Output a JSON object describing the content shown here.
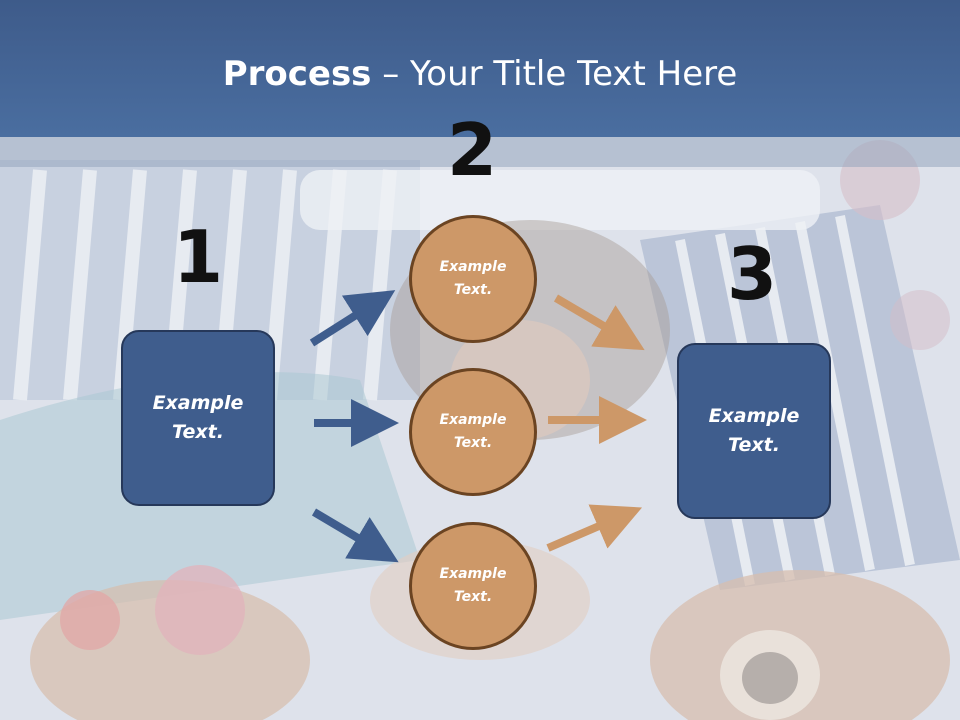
{
  "title": {
    "bold": "Process",
    "rest": " – Your Title Text Here"
  },
  "steps": {
    "one": "1",
    "two": "2",
    "three": "3"
  },
  "left_box": {
    "text": "Example Text."
  },
  "right_box": {
    "text": "Example Text."
  },
  "circles": [
    {
      "text": "Example Text."
    },
    {
      "text": "Example Text."
    },
    {
      "text": "Example Text."
    }
  ],
  "colors": {
    "header": "#3e5b8a",
    "box": "#3f5d8d",
    "circle": "#cd9868",
    "blue_arrow": "#3f5d8d",
    "orange_arrow": "#cd9868"
  }
}
